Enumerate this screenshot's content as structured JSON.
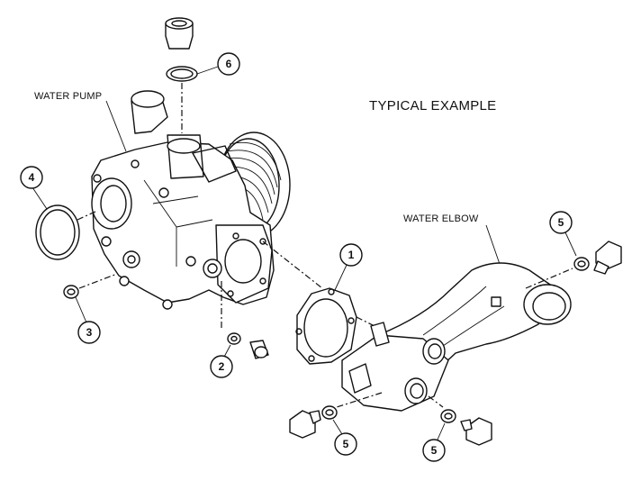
{
  "title": "TYPICAL EXAMPLE",
  "labels": {
    "water_pump": "WATER PUMP",
    "water_elbow": "WATER ELBOW"
  },
  "callouts": {
    "c1": "1",
    "c2": "2",
    "c3": "3",
    "c4": "4",
    "c5a": "5",
    "c5b": "5",
    "c5c": "5",
    "c6": "6"
  }
}
